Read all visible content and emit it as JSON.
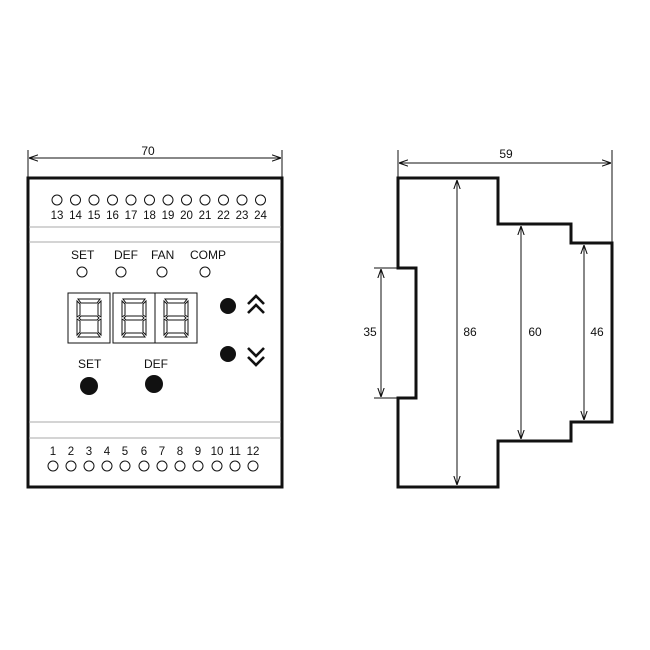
{
  "front_view": {
    "width_dim": "70",
    "top_terminals": [
      "13",
      "14",
      "15",
      "16",
      "17",
      "18",
      "19",
      "20",
      "21",
      "22",
      "23",
      "24"
    ],
    "bottom_terminals": [
      "1",
      "2",
      "3",
      "4",
      "5",
      "6",
      "7",
      "8",
      "9",
      "10",
      "11",
      "12"
    ],
    "indicator_labels": [
      "SET",
      "DEF",
      "FAN",
      "COMP"
    ],
    "display_digits": 3,
    "button_labels": [
      "SET",
      "DEF"
    ],
    "up_icon": "double-chevron-up-icon",
    "down_icon": "double-chevron-down-icon"
  },
  "side_view": {
    "width_dim": "59",
    "height_dims": [
      "35",
      "86",
      "60",
      "46"
    ]
  }
}
